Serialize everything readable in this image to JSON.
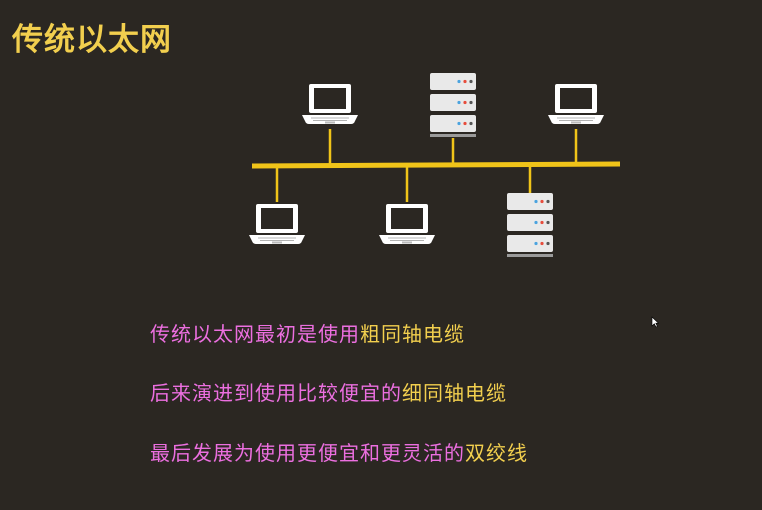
{
  "title": "传统以太网",
  "colors": {
    "background": "#2b2722",
    "accent": "#f2cf4e",
    "text_pink": "#ec6fe0",
    "device": "#ffffff",
    "bus": "#f0c419"
  },
  "lines": [
    {
      "parts": [
        {
          "text": "传统以太网最初是使用",
          "color": "pink"
        },
        {
          "text": "粗同轴电缆",
          "color": "yellow"
        }
      ]
    },
    {
      "parts": [
        {
          "text": "后来演进到使用比较便宜的",
          "color": "pink"
        },
        {
          "text": "细同轴电缆",
          "color": "yellow"
        }
      ]
    },
    {
      "parts": [
        {
          "text": "最后发展为使用更便宜和更灵活的",
          "color": "pink"
        },
        {
          "text": "双绞线",
          "color": "yellow"
        }
      ]
    }
  ],
  "diagram": {
    "devices_top": [
      "laptop-icon",
      "server-icon",
      "laptop-icon"
    ],
    "devices_bottom": [
      "laptop-icon",
      "laptop-icon",
      "server-icon"
    ]
  }
}
